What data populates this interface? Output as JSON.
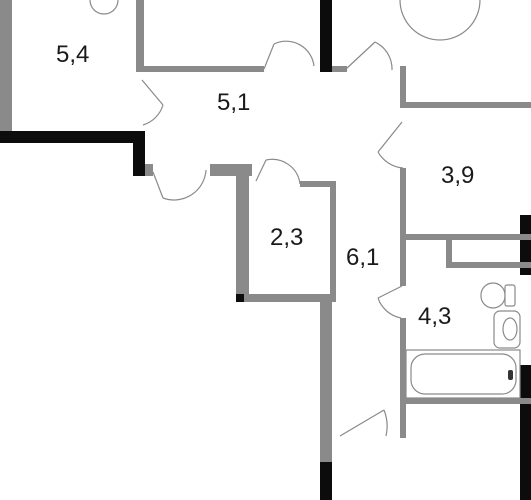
{
  "rooms": [
    {
      "id": "room-a",
      "area": "5,4"
    },
    {
      "id": "room-b",
      "area": "5,1"
    },
    {
      "id": "room-c",
      "area": "3,9"
    },
    {
      "id": "room-d",
      "area": "2,3"
    },
    {
      "id": "room-e",
      "area": "6,1"
    },
    {
      "id": "room-f",
      "area": "4,3"
    }
  ],
  "colors": {
    "exterior_wall": "#0c0c0c",
    "interior_wall": "#8a8a8a",
    "background": "#ffffff",
    "label": "#1a1a1a"
  }
}
